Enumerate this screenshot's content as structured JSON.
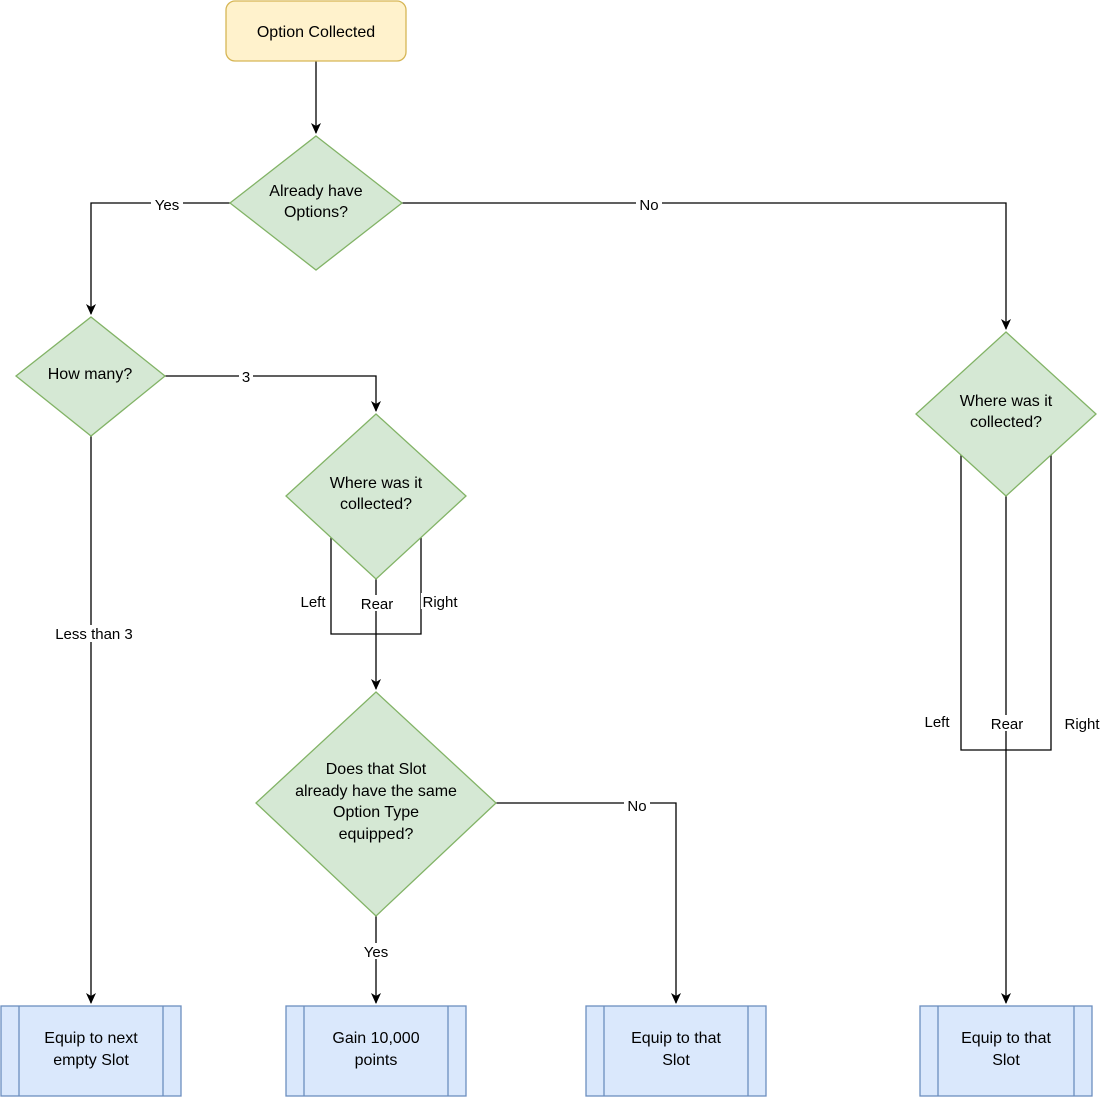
{
  "colors": {
    "start_fill": "#fff2cc",
    "start_stroke": "#d6b656",
    "decision_fill": "#d5e8d4",
    "decision_stroke": "#82b366",
    "process_fill": "#dae8fc",
    "process_stroke": "#6c8ebf",
    "edge": "#000000"
  },
  "nodes": {
    "start": {
      "label": "Option Collected"
    },
    "already_have": {
      "label_lines": [
        "Already have",
        "Options?"
      ]
    },
    "how_many": {
      "label": "How many?"
    },
    "where_mid": {
      "label_lines": [
        "Where was it",
        "collected?"
      ]
    },
    "where_right": {
      "label_lines": [
        "Where was it",
        "collected?"
      ]
    },
    "same_type": {
      "label_lines": [
        "Does that Slot",
        "already have the same",
        "Option Type",
        "equipped?"
      ]
    },
    "equip_next": {
      "label_lines": [
        "Equip to next",
        "empty Slot"
      ]
    },
    "gain_points": {
      "label_lines": [
        "Gain 10,000",
        "points"
      ]
    },
    "equip_that_mid": {
      "label_lines": [
        "Equip to that",
        "Slot"
      ]
    },
    "equip_that_right": {
      "label_lines": [
        "Equip to that",
        "Slot"
      ]
    }
  },
  "edge_labels": {
    "yes_already": "Yes",
    "no_already": "No",
    "three": "3",
    "less_than_3": "Less than 3",
    "mid_left": "Left",
    "mid_rear": "Rear",
    "mid_right": "Right",
    "right_left": "Left",
    "right_rear": "Rear",
    "right_right": "Right",
    "no_same": "No",
    "yes_same": "Yes"
  }
}
